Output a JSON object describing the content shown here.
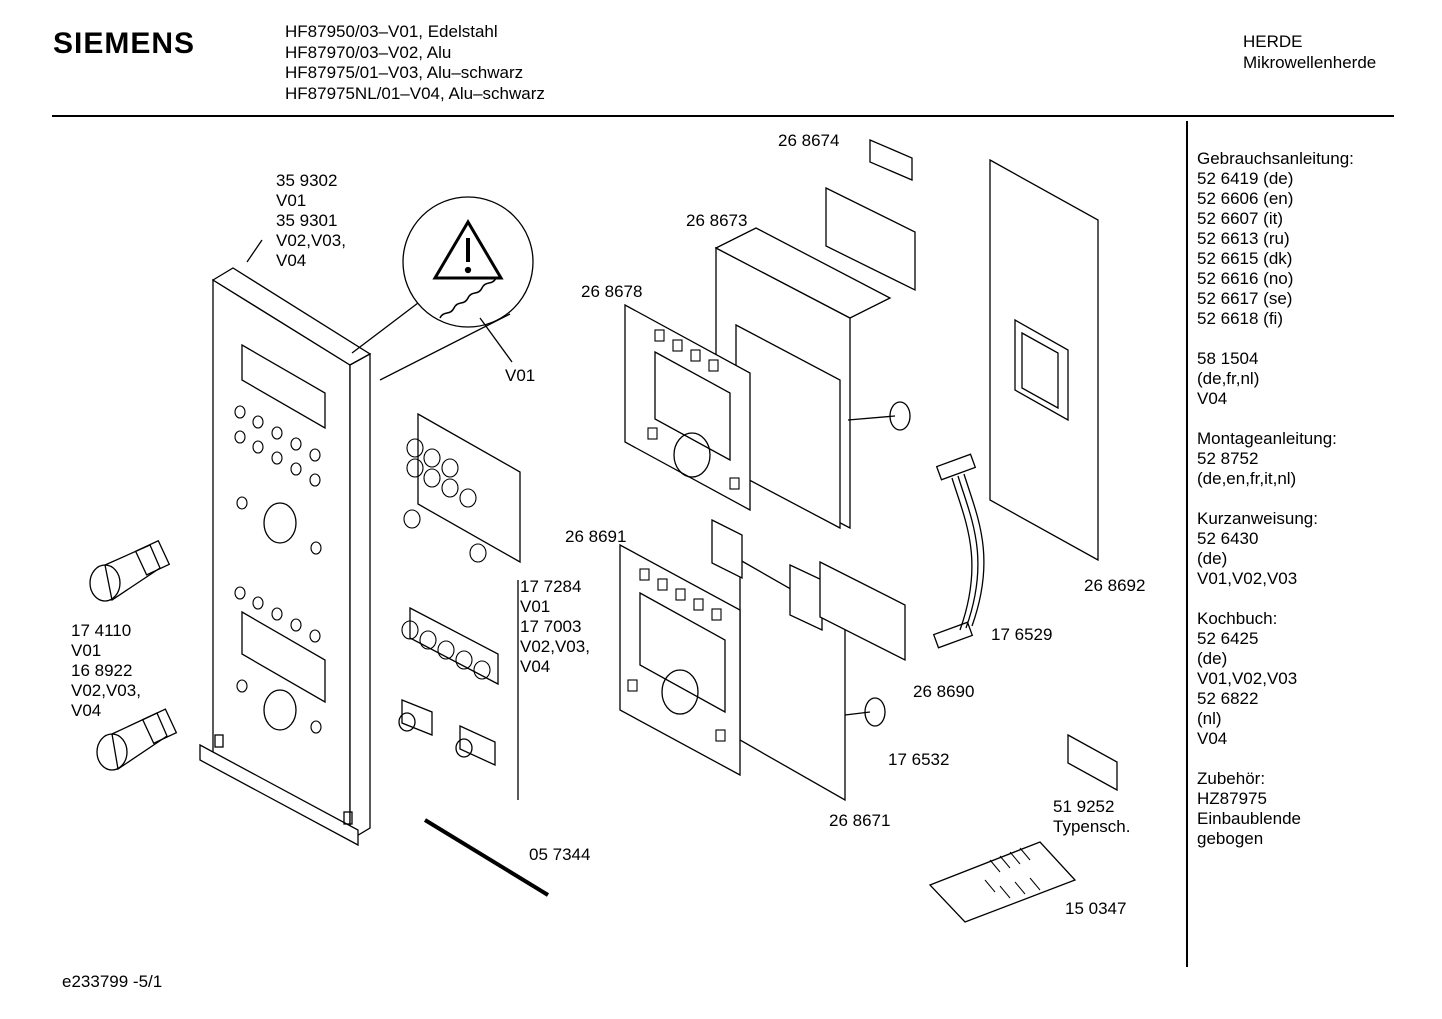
{
  "header": {
    "brand": "SIEMENS",
    "models": [
      "HF87950/03–V01, Edelstahl",
      "HF87970/03–V02, Alu",
      "HF87975/01–V03, Alu–schwarz",
      "HF87975NL/01–V04, Alu–schwarz"
    ],
    "category": "HERDE",
    "subcategory": "Mikrowellenherde"
  },
  "sidebar": {
    "blocks": [
      {
        "lines": [
          "Gebrauchsanleitung:",
          "52 6419 (de)",
          "52 6606 (en)",
          "52 6607 (it)",
          "52 6613 (ru)",
          "52 6615 (dk)",
          "52 6616 (no)",
          "52 6617 (se)",
          "52 6618 (fi)"
        ]
      },
      {
        "lines": [
          "58 1504",
          "(de,fr,nl)",
          "V04"
        ]
      },
      {
        "lines": [
          "Montageanleitung:",
          "52 8752",
          "(de,en,fr,it,nl)"
        ]
      },
      {
        "lines": [
          "Kurzanweisung:",
          "52 6430",
          "(de)",
          "V01,V02,V03"
        ]
      },
      {
        "lines": [
          "Kochbuch:",
          "52 6425",
          "(de)",
          "V01,V02,V03",
          "52 6822",
          "(nl)",
          "V04"
        ]
      },
      {
        "lines": [
          "Zubehör:",
          "HZ87975",
          "Einbaublende",
          "gebogen"
        ]
      }
    ]
  },
  "part_labels": [
    {
      "text": "35 9302\nV01\n35 9301\nV02,V03,\nV04"
    },
    {
      "text": "V01"
    },
    {
      "text": "26 8674"
    },
    {
      "text": "26 8673"
    },
    {
      "text": "26 8678"
    },
    {
      "text": "26 8691"
    },
    {
      "text": "17 7284\nV01\n17 7003\nV02,V03,\nV04"
    },
    {
      "text": "17 4110\nV01\n16 8922\nV02,V03,\nV04"
    },
    {
      "text": "26 8692"
    },
    {
      "text": "17 6529"
    },
    {
      "text": "26 8690"
    },
    {
      "text": "17 6532"
    },
    {
      "text": "26 8671"
    },
    {
      "text": "51 9252\nTypensch."
    },
    {
      "text": "05 7344"
    },
    {
      "text": "15 0347"
    }
  ],
  "footer": {
    "code": "e233799 -5/1"
  }
}
